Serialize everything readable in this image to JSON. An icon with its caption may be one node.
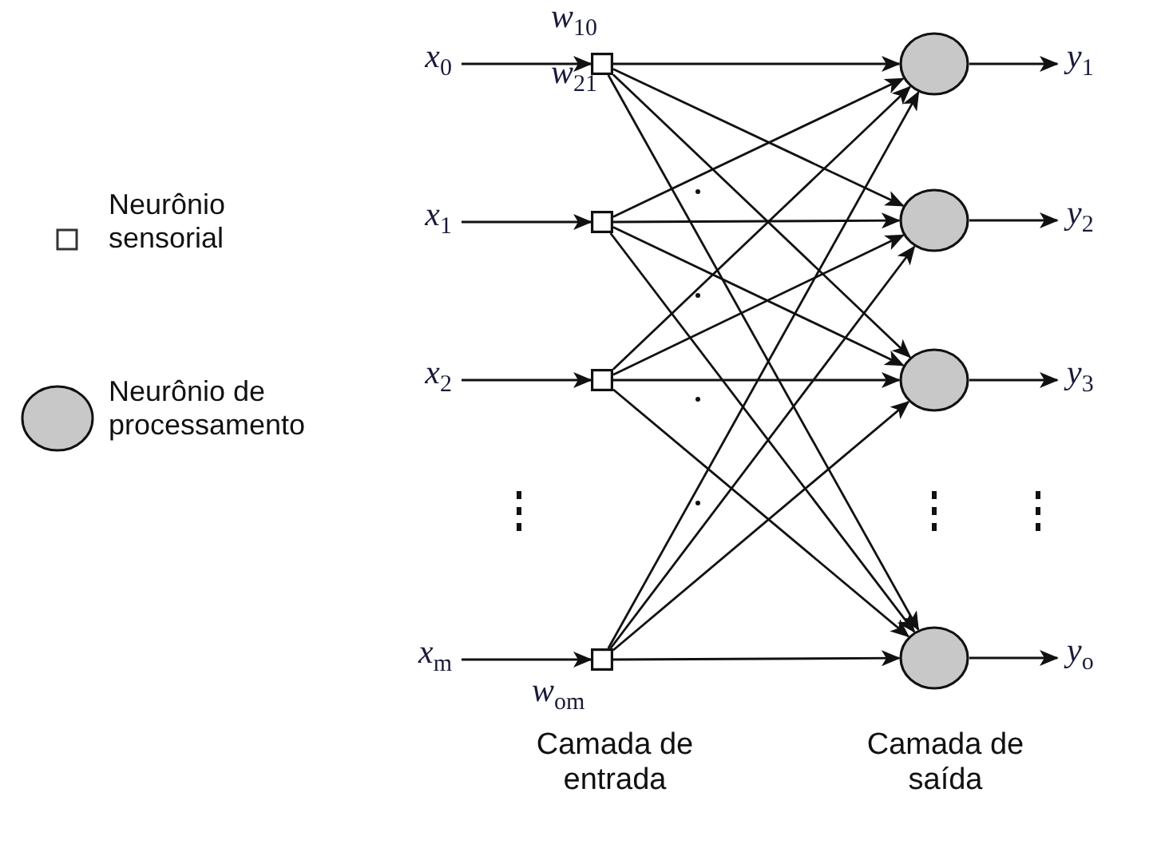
{
  "diagram": {
    "nodes": [
      {
        "text": [
          "*x*$_{0}$"
        ]
      },
      {
        "text": [
          "*x*$_{1}$"
        ]
      },
      {
        "text": [
          "*x*$_{2}$"
        ]
      },
      {
        "text": [
          "*x*$_{m}$"
        ]
      },
      {
        "text": [],
        "shape": "box"
      },
      {
        "text": [],
        "shape": "box"
      },
      {
        "text": [],
        "shape": "box"
      },
      {
        "text": [],
        "shape": "box"
      },
      {
        "text": [],
        "shape": "circle"
      },
      {
        "text": [],
        "shape": "circle"
      },
      {
        "text": [],
        "shape": "circle"
      },
      {
        "text": [],
        "shape": "circle"
      },
      {
        "text": [
          "*y*$_{1}$"
        ]
      },
      {
        "text": [
          "*y*$_{2}$"
        ]
      },
      {
        "text": [
          "*y*$_{3}$"
        ]
      },
      {
        "text": [
          "*y*$_{o}$"
        ]
      }
    ],
    "edges": [
      {
        "from": 0,
        "to": 4,
        "arrow": "to"
      },
      {
        "from": 1,
        "to": 5,
        "arrow": "to"
      },
      {
        "from": 2,
        "to": 6,
        "arrow": "to"
      },
      {
        "from": 3,
        "to": 7,
        "arrow": "to"
      },
      {
        "from": 4,
        "to": 8,
        "arrow": "to"
      },
      {
        "from": 4,
        "to": 9,
        "arrow": "to"
      },
      {
        "from": 4,
        "to": 10,
        "arrow": "to"
      },
      {
        "from": 4,
        "to": 11,
        "arrow": "to"
      },
      {
        "from": 5,
        "to": 8,
        "arrow": "to"
      },
      {
        "from": 5,
        "to": 9,
        "arrow": "to"
      },
      {
        "from": 5,
        "to": 10,
        "arrow": "to"
      },
      {
        "from": 5,
        "to": 11,
        "arrow": "to"
      },
      {
        "from": 6,
        "to": 8,
        "arrow": "to"
      },
      {
        "from": 6,
        "to": 9,
        "arrow": "to"
      },
      {
        "from": 6,
        "to": 10,
        "arrow": "to"
      },
      {
        "from": 6,
        "to": 11,
        "arrow": "to"
      },
      {
        "from": 7,
        "to": 8,
        "arrow": "to"
      },
      {
        "from": 7,
        "to": 9,
        "arrow": "to"
      },
      {
        "from": 7,
        "to": 10,
        "arrow": "to"
      },
      {
        "from": 7,
        "to": 11,
        "arrow": "to"
      },
      {
        "from": 8,
        "to": 12,
        "arrow": "to"
      },
      {
        "from": 9,
        "to": 13,
        "arrow": "to"
      },
      {
        "from": 10,
        "to": 14,
        "arrow": "to"
      },
      {
        "from": 11,
        "to": 15,
        "arrow": "to"
      }
    ],
    "labels": [
      "*w*$_{10}$",
      "*w*$_{21}$",
      "*w*$_{om}$",
      "Camada de entrada",
      "Camada de saída"
    ],
    "legend": [
      {
        "text": "Neurônio sensorial"
      },
      {
        "text": "Neurônio de processamento"
      }
    ]
  }
}
